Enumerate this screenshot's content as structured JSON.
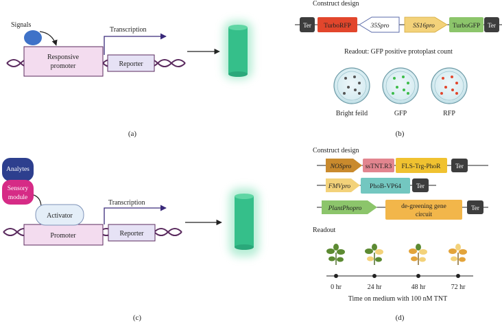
{
  "panel_a": {
    "caption": "(a)",
    "signals": "Signals",
    "transcription": "Transcription",
    "promoter_line1": "Responsive",
    "promoter_line2": "promoter",
    "reporter": "Reporter"
  },
  "panel_b": {
    "caption": "(b)",
    "construct_title": "Construct design",
    "parts": {
      "ter_left": "Ter",
      "turbo_rfp": "TurboRFP",
      "promoter_35s": "35Spro",
      "promoter_ss16": "SS16pro",
      "turbo_gfp": "TurboGFP",
      "ter_right": "Ter"
    },
    "readout": "Readout: GFP positive protoplast count",
    "dishes": [
      "Bright feild",
      "GFP",
      "RFP"
    ]
  },
  "panel_c": {
    "caption": "(c)",
    "analytes": "Analytes",
    "sensory_line1": "Sensory",
    "sensory_line2": "module",
    "activator": "Activator",
    "transcription": "Transcription",
    "promoter": "Promoter",
    "reporter": "Reporter"
  },
  "panel_d": {
    "caption": "(d)",
    "construct_title": "Construct design",
    "row1": {
      "promoter": "NOSpro",
      "sstnt": "ssTNT.R3",
      "fls": "FLS-Trg-PhoR",
      "ter": "Ter"
    },
    "row2": {
      "promoter": "FMVpro",
      "phob": "PhoB-VP64",
      "ter": "Ter"
    },
    "row3": {
      "promoter": "PlantPhopro",
      "circuit_line1": "de-greening gene",
      "circuit_line2": "circuit",
      "ter": "Ter"
    },
    "readout": "Readout",
    "timepoints": [
      "0 hr",
      "24 hr",
      "48 hr",
      "72 hr"
    ],
    "axis_label": "Time on medium with 100 nM TNT"
  },
  "colors": {
    "dna": "#5a2a5e",
    "promoter_fill": "#f3dcef",
    "reporter_fill": "#e6e2f5",
    "arrow": "#3a2a7a",
    "cylinder": "#35bf8a",
    "signal_blue": "#3f72c8",
    "ter": "#3d3d3d",
    "rfp": "#e2462c",
    "gfp": "#8cc56b",
    "orange_promoter": "#c98a2d",
    "yellow_promoter": "#f3d27a",
    "pink_part": "#e2858f",
    "fls_yellow": "#f0c230",
    "phob_teal": "#73c7c0",
    "green_promoter": "#8cc56b",
    "circuit_orange": "#f2b64a",
    "analytes_navy": "#2d3f8e",
    "sensory_magenta": "#d62b86",
    "activator_fill": "#e4eef8"
  }
}
